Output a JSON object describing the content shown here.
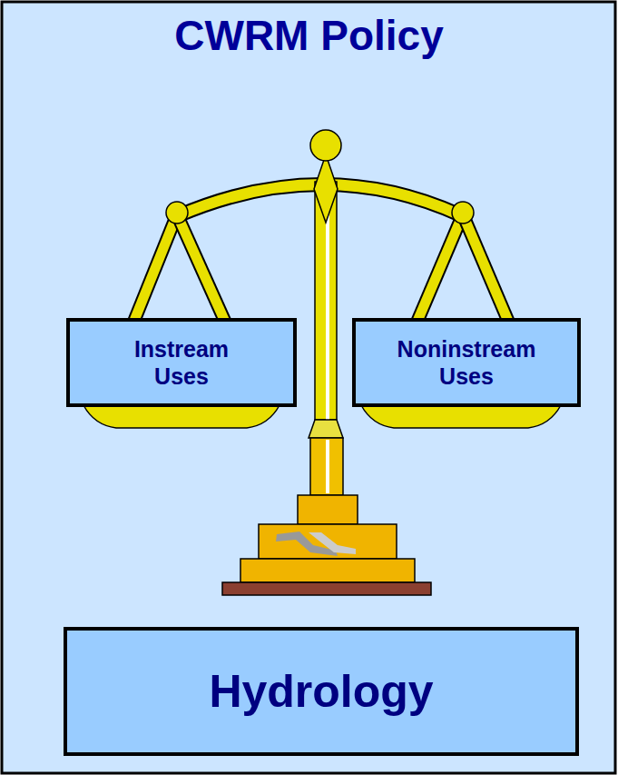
{
  "diagram": {
    "title": "CWRM Policy",
    "nodes": [
      {
        "text": [
          "Instream Uses"
        ]
      },
      {
        "text": [
          "Noninstream Uses"
        ]
      },
      {
        "text": [
          "Hydrology"
        ]
      }
    ]
  }
}
